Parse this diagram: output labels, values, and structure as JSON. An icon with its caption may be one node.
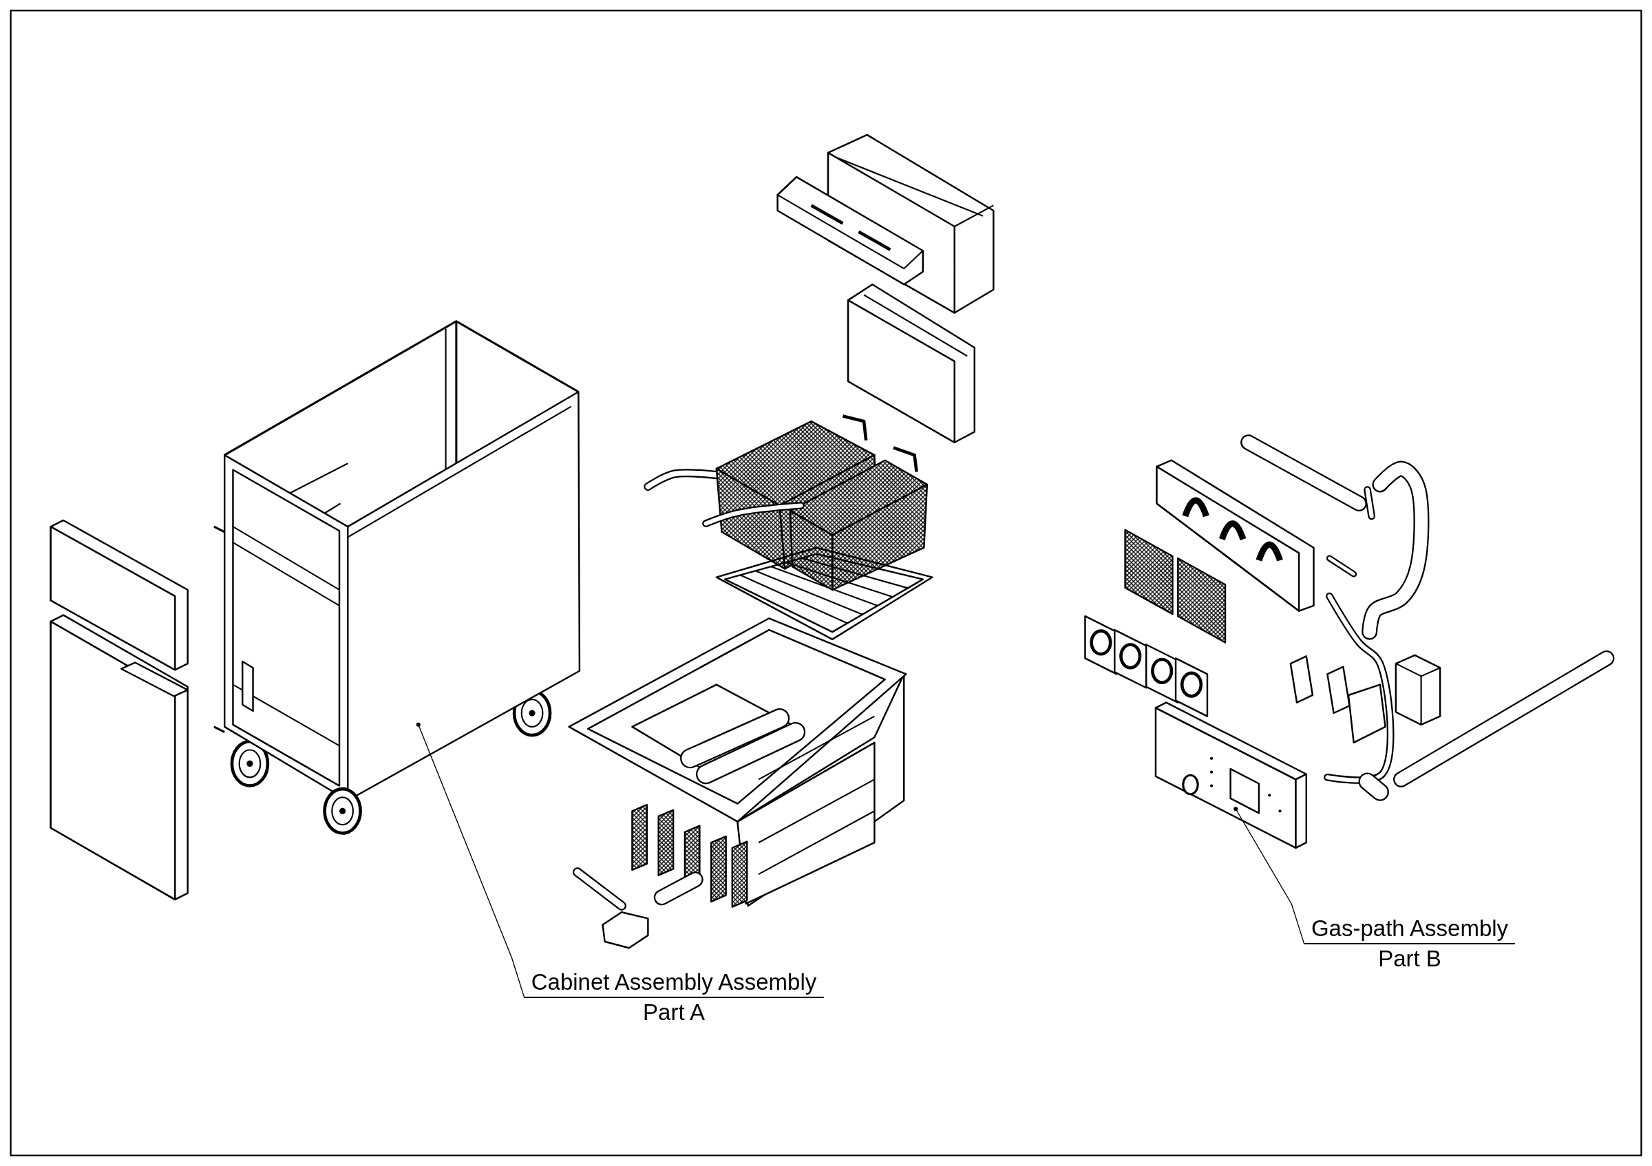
{
  "diagram": {
    "nodes": [
      {
        "text": [
          "Cabinet Assembly Assembly",
          "Part A"
        ]
      },
      {
        "text": [],
        "shape": "picture"
      },
      {
        "text": [
          "Gas-path Assembly",
          "Part B"
        ]
      },
      {
        "text": [],
        "shape": "picture"
      }
    ],
    "edges": [
      {
        "from": 0,
        "to": 1,
        "arrow": "none"
      },
      {
        "from": 2,
        "to": 3,
        "arrow": "none"
      }
    ]
  }
}
